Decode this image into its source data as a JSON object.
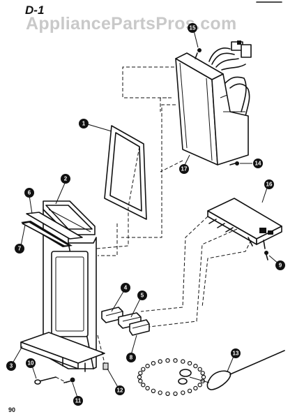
{
  "watermark": "AppliancePartsPros.com",
  "section_label": "D-1",
  "page_number": "90",
  "callouts": {
    "c1": "1",
    "c2": "2",
    "c3": "3",
    "c4": "4",
    "c5": "5",
    "c6": "6",
    "c7": "7",
    "c8": "8",
    "c9": "9",
    "c10": "10",
    "c11": "11",
    "c12": "12",
    "c13": "13",
    "c14": "14",
    "c15": "15",
    "c16": "16",
    "c17": "17"
  }
}
